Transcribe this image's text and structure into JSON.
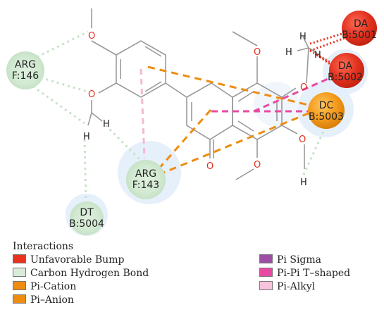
{
  "residues": [
    {
      "id": "arg146",
      "label_line1": "ARG",
      "label_line2": "F:146",
      "kind": "green"
    },
    {
      "id": "arg143",
      "label_line1": "ARG",
      "label_line2": "F:143",
      "kind": "green"
    },
    {
      "id": "dt5004",
      "label_line1": "DT",
      "label_line2": "B:5004",
      "kind": "green"
    },
    {
      "id": "da5001",
      "label_line1": "DA",
      "label_line2": "B:5001",
      "kind": "red"
    },
    {
      "id": "da5002",
      "label_line1": "DA",
      "label_line2": "B:5002",
      "kind": "red"
    },
    {
      "id": "dc5003",
      "label_line1": "DC",
      "label_line2": "B:5003",
      "kind": "orange"
    }
  ],
  "atoms": {
    "oxygen": "O",
    "hydrogen": "H"
  },
  "legend": {
    "title": "Interactions",
    "items": [
      {
        "label": "Unfavorable Bump",
        "color": "#e8321e"
      },
      {
        "label": "Carbon Hydrogen Bond",
        "color": "#d8ecd8"
      },
      {
        "label": "Pi-Cation",
        "color": "#ee8c10"
      },
      {
        "label": "Pi–Anion",
        "color": "#ee8c10"
      },
      {
        "label": "Pi Sigma",
        "color": "#9d4fa5"
      },
      {
        "label": "Pi-Pi T–shaped",
        "color": "#e84aa3"
      },
      {
        "label": "Pi-Alkyl",
        "color": "#f6c2dc"
      }
    ]
  }
}
